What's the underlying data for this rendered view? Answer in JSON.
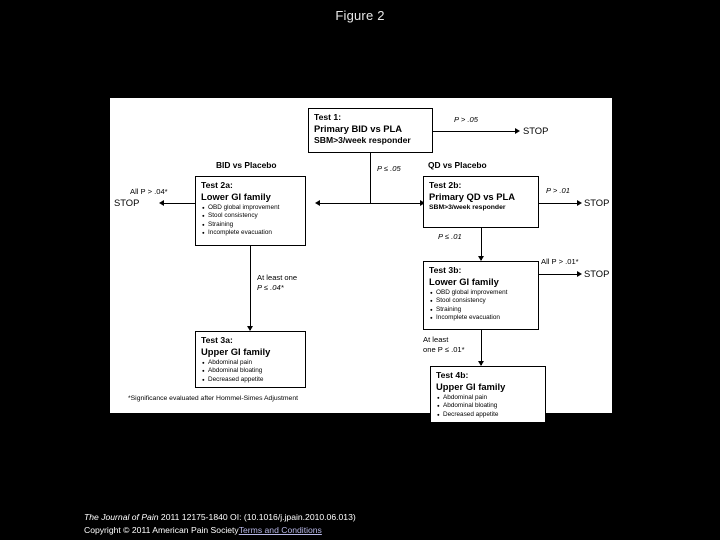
{
  "figure": {
    "title": "Figure 2"
  },
  "flowchart": {
    "boxes": {
      "test1": {
        "title": "Test 1:",
        "subtitle": "Primary BID vs PLA",
        "detail": "SBM>3/week responder"
      },
      "test2a": {
        "title": "Test 2a:",
        "subtitle": "Lower GI family",
        "items": [
          "OBD global improvement",
          "Stool consistency",
          "Straining",
          "Incomplete evacuation"
        ]
      },
      "test2b": {
        "title": "Test 2b:",
        "subtitle": "Primary QD vs PLA",
        "detail": "SBM>3/week responder"
      },
      "test3a": {
        "title": "Test 3a:",
        "subtitle": "Upper GI family",
        "items": [
          "Abdominal pain",
          "Abdominal bloating",
          "Decreased appetite"
        ]
      },
      "test3b": {
        "title": "Test 3b:",
        "subtitle": "Lower GI family",
        "items": [
          "OBD global improvement",
          "Stool consistency",
          "Straining",
          "Incomplete evacuation"
        ]
      },
      "test4b": {
        "title": "Test 4b:",
        "subtitle": "Upper GI family",
        "items": [
          "Abdominal pain",
          "Abdominal bloating",
          "Decreased appetite"
        ]
      }
    },
    "group_labels": {
      "left": "BID vs Placebo",
      "right": "QD vs Placebo"
    },
    "edge_labels": {
      "test1_stop": "P > .05",
      "test1_down": "P ≤ .05",
      "test2a_stop": "All P > .04*",
      "test2b_stop": "P > .01",
      "test2b_down": "P ≤ .01",
      "test2a_down_line1": "At least one",
      "test2a_down_line2": "P ≤ .04*",
      "test3b_stop": "All P > .01*",
      "test3b_down_line1": "At least",
      "test3b_down_line2": "one P ≤ .01*"
    },
    "terminals": {
      "stop": "STOP"
    },
    "footnote": "*Significance evaluated after Hommel-Simes Adjustment"
  },
  "citation": {
    "journal": "The Journal of Pain",
    "reference": "2011 12175-1840 OI: (10.1016/j.jpain.2010.06.013)",
    "copyright": "Copyright © 2011 American Pain Society",
    "terms_link": "Terms and Conditions"
  },
  "colors": {
    "background": "#000000",
    "panel": "#ffffff",
    "caption_text": "#e8e8e8",
    "link": "#b8b8e8"
  }
}
